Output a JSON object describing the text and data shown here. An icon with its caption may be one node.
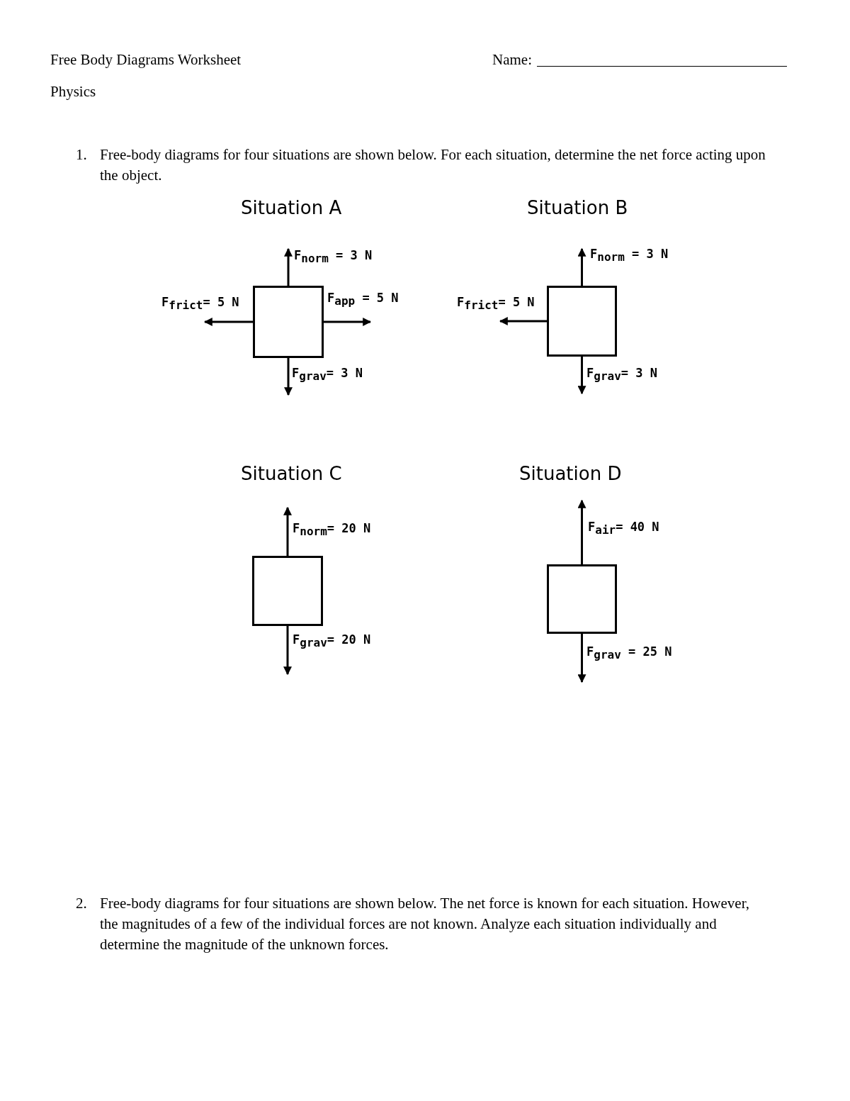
{
  "diagram": {
    "title": "Free Body Diagrams Worksheet",
    "nodes": [
      {
        "text": [],
        "shape": "box"
      },
      {
        "text": [],
        "shape": "box"
      },
      {
        "text": [],
        "shape": "box"
      },
      {
        "text": [],
        "shape": "box"
      }
    ],
    "edges": [
      {
        "from": 0,
        "to": null,
        "arrow": "to",
        "label": "F$_{norm}$ = 3 N"
      },
      {
        "from": 0,
        "to": null,
        "arrow": "to",
        "label": "F$_{frict}$= 5 N"
      },
      {
        "from": 0,
        "to": null,
        "arrow": "to",
        "label": "F$_{app}$ = 5 N"
      },
      {
        "from": 0,
        "to": null,
        "arrow": "to",
        "label": "F$_{grav}$= 3 N"
      },
      {
        "from": 1,
        "to": null,
        "arrow": "to",
        "label": "F$_{norm}$ = 3 N"
      },
      {
        "from": 1,
        "to": null,
        "arrow": "to",
        "label": "F$_{frict}$= 5 N"
      },
      {
        "from": 1,
        "to": null,
        "arrow": "to",
        "label": "F$_{grav}$= 3 N"
      },
      {
        "from": 2,
        "to": null,
        "arrow": "to",
        "label": "F$_{norm}$= 20 N"
      },
      {
        "from": 2,
        "to": null,
        "arrow": "to",
        "label": "F$_{grav}$= 20 N"
      },
      {
        "from": 3,
        "to": null,
        "arrow": "to",
        "label": "F$_{air}$= 40 N"
      },
      {
        "from": 3,
        "to": null,
        "arrow": "to",
        "label": "F$_{grav}$ = 25 N"
      }
    ],
    "labels": [
      "Name:",
      "Physics",
      "1.",
      "Free-body diagrams for four situations are shown below. For each situation, determine the net force acting upon the object.",
      "Situation A",
      "Situation B",
      "Situation C",
      "Situation D",
      "2.",
      "Free-body diagrams for four situations are shown below. The net force is known for each situation. However, the magnitudes of a few of the individual forces are not known. Analyze each situation individually and determine the magnitude of the unknown forces."
    ]
  }
}
